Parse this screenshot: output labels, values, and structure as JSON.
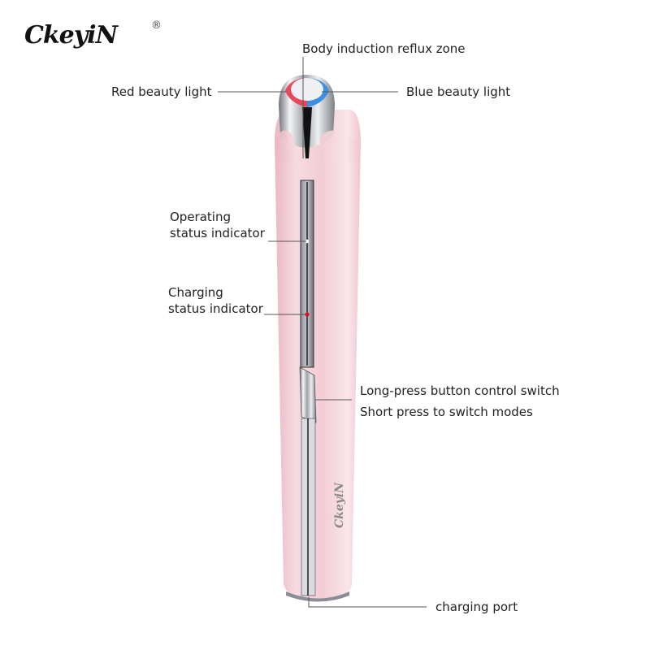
{
  "brand": {
    "logo_text": "CkeyiN",
    "registered_mark": "®"
  },
  "labels": {
    "body_induction": "Body induction reflux zone",
    "red_light": "Red beauty light",
    "blue_light": "Blue beauty light",
    "operating_line1": "Operating",
    "operating_line2": "status indicator",
    "charging_line1": "Charging",
    "charging_line2": "status indicator",
    "button_line1": "Long-press button control switch",
    "button_line2": "Short press to switch modes",
    "charging_port": "charging port"
  },
  "colors": {
    "body_pink": "#f4cfd6",
    "red_light": "#e8475c",
    "blue_light": "#3d8fe0",
    "chrome": "#c9ccd2",
    "indicator_red": "#e0102a"
  }
}
